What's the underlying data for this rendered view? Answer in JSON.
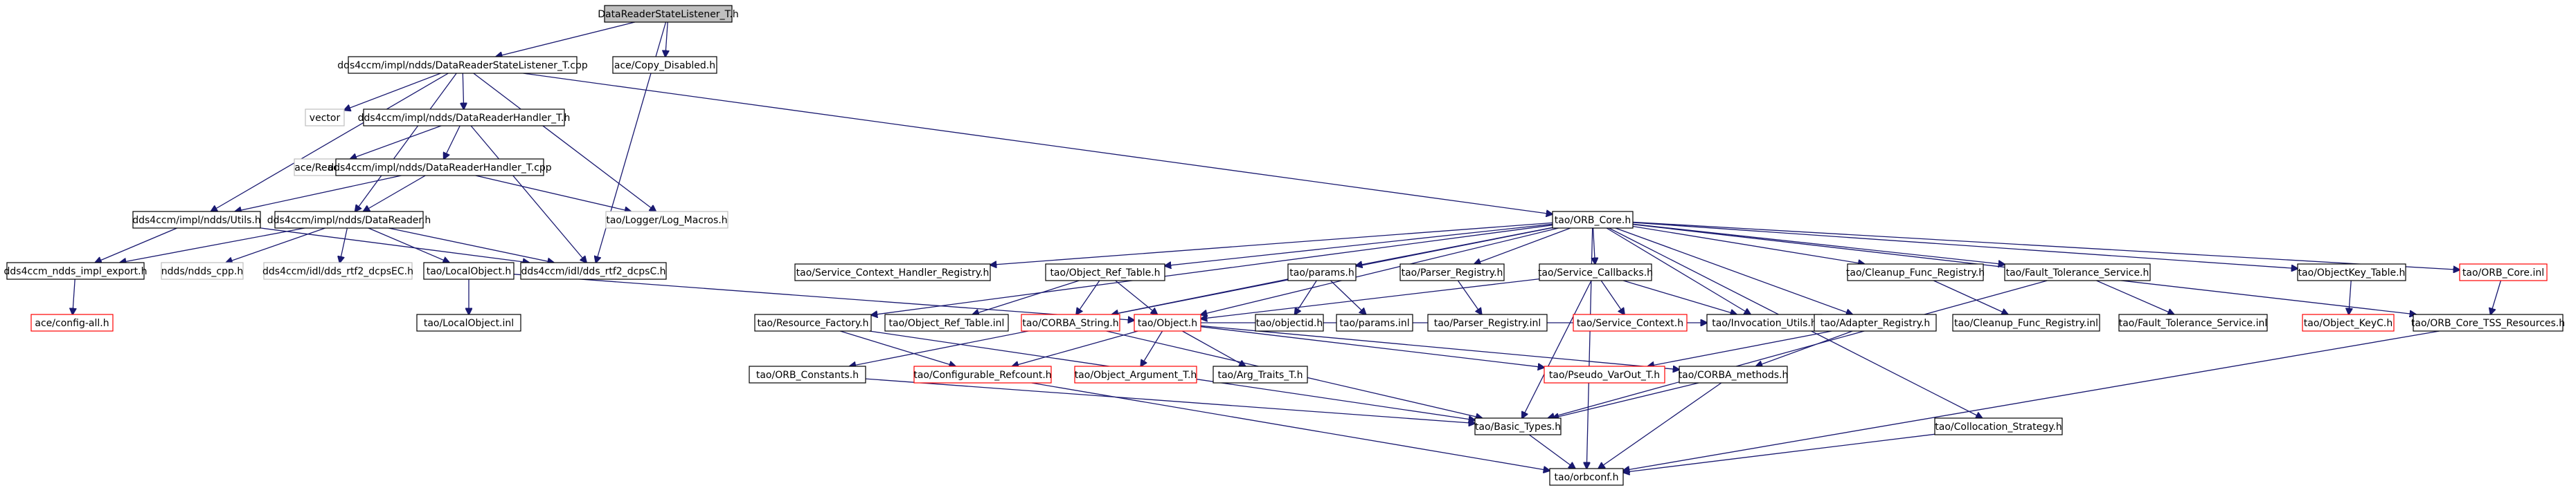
{
  "colors": {
    "edge": "#191970",
    "border_default": "#000000",
    "border_missing": "#ff0000",
    "border_external": "#bfbfbf",
    "fill_root": "#bfbfbf",
    "fill_default": "#ffffff"
  },
  "nodes": [
    {
      "id": "root",
      "label": "DataReaderStateListener_T.h",
      "kind": "root"
    },
    {
      "id": "cpp",
      "label": "dds4ccm/impl/ndds/DataReaderStateListener_T.cpp",
      "kind": "default"
    },
    {
      "id": "copy",
      "label": "ace/Copy_Disabled.h",
      "kind": "default"
    },
    {
      "id": "vector",
      "label": "vector",
      "kind": "external"
    },
    {
      "id": "drh",
      "label": "dds4ccm/impl/ndds/DataReaderHandler_T.h",
      "kind": "default"
    },
    {
      "id": "reactor",
      "label": "ace/Reactor.h",
      "kind": "external"
    },
    {
      "id": "drhcpp",
      "label": "dds4ccm/impl/ndds/DataReaderHandler_T.cpp",
      "kind": "default"
    },
    {
      "id": "logmac",
      "label": "tao/Logger/Log_Macros.h",
      "kind": "external"
    },
    {
      "id": "utils",
      "label": "dds4ccm/impl/ndds/Utils.h",
      "kind": "default"
    },
    {
      "id": "dr",
      "label": "dds4ccm/impl/ndds/DataReader.h",
      "kind": "default"
    },
    {
      "id": "implexp",
      "label": "dds4ccm_ndds_impl_export.h",
      "kind": "default"
    },
    {
      "id": "nddscpp",
      "label": "ndds/ndds_cpp.h",
      "kind": "external"
    },
    {
      "id": "dcpsec",
      "label": "dds4ccm/idl/dds_rtf2_dcpsEC.h",
      "kind": "external"
    },
    {
      "id": "dcpsc",
      "label": "dds4ccm/idl/dds_rtf2_dcpsC.h",
      "kind": "default"
    },
    {
      "id": "config",
      "label": "ace/config-all.h",
      "kind": "missing"
    },
    {
      "id": "localobj",
      "label": "tao/LocalObject.h",
      "kind": "default"
    },
    {
      "id": "localinl",
      "label": "tao/LocalObject.inl",
      "kind": "default"
    },
    {
      "id": "orbcore",
      "label": "tao/ORB_Core.h",
      "kind": "default"
    },
    {
      "id": "screg",
      "label": "tao/Service_Context_Handler_Registry.h",
      "kind": "default"
    },
    {
      "id": "objreft",
      "label": "tao/Object_Ref_Table.h",
      "kind": "default"
    },
    {
      "id": "params",
      "label": "tao/params.h",
      "kind": "default"
    },
    {
      "id": "parser",
      "label": "tao/Parser_Registry.h",
      "kind": "default"
    },
    {
      "id": "svccb",
      "label": "tao/Service_Callbacks.h",
      "kind": "default"
    },
    {
      "id": "cleanup",
      "label": "tao/Cleanup_Func_Registry.h",
      "kind": "default"
    },
    {
      "id": "ftserv",
      "label": "tao/Fault_Tolerance_Service.h",
      "kind": "default"
    },
    {
      "id": "objkey",
      "label": "tao/ObjectKey_Table.h",
      "kind": "default"
    },
    {
      "id": "orbinl",
      "label": "tao/ORB_Core.inl",
      "kind": "missing"
    },
    {
      "id": "resfac",
      "label": "tao/Resource_Factory.h",
      "kind": "default"
    },
    {
      "id": "objrefinl",
      "label": "tao/Object_Ref_Table.inl",
      "kind": "default"
    },
    {
      "id": "corbastr",
      "label": "tao/CORBA_String.h",
      "kind": "missing"
    },
    {
      "id": "object",
      "label": "tao/Object.h",
      "kind": "missing"
    },
    {
      "id": "objectid",
      "label": "tao/objectid.h",
      "kind": "default"
    },
    {
      "id": "paramsinl",
      "label": "tao/params.inl",
      "kind": "default"
    },
    {
      "id": "parserinl",
      "label": "tao/Parser_Registry.inl",
      "kind": "default"
    },
    {
      "id": "svcctx",
      "label": "tao/Service_Context.h",
      "kind": "missing"
    },
    {
      "id": "invutil",
      "label": "tao/Invocation_Utils.h",
      "kind": "default"
    },
    {
      "id": "adapter",
      "label": "tao/Adapter_Registry.h",
      "kind": "default"
    },
    {
      "id": "cleanupinl",
      "label": "tao/Cleanup_Func_Registry.inl",
      "kind": "default"
    },
    {
      "id": "ftinl",
      "label": "tao/Fault_Tolerance_Service.inl",
      "kind": "default"
    },
    {
      "id": "objkeyc",
      "label": "tao/Object_KeyC.h",
      "kind": "missing"
    },
    {
      "id": "tss",
      "label": "tao/ORB_Core_TSS_Resources.h",
      "kind": "default"
    },
    {
      "id": "orbconst",
      "label": "tao/ORB_Constants.h",
      "kind": "default"
    },
    {
      "id": "confref",
      "label": "tao/Configurable_Refcount.h",
      "kind": "missing"
    },
    {
      "id": "objarg",
      "label": "tao/Object_Argument_T.h",
      "kind": "missing"
    },
    {
      "id": "argtraits",
      "label": "tao/Arg_Traits_T.h",
      "kind": "default"
    },
    {
      "id": "pseudo",
      "label": "tao/Pseudo_VarOut_T.h",
      "kind": "missing"
    },
    {
      "id": "corbameth",
      "label": "tao/CORBA_methods.h",
      "kind": "default"
    },
    {
      "id": "basic",
      "label": "tao/Basic_Types.h",
      "kind": "default"
    },
    {
      "id": "colloc",
      "label": "tao/Collocation_Strategy.h",
      "kind": "default"
    },
    {
      "id": "orbconf",
      "label": "tao/orbconf.h",
      "kind": "default"
    }
  ],
  "edges": [
    [
      "root",
      "cpp"
    ],
    [
      "root",
      "copy"
    ],
    [
      "root",
      "dcpsc"
    ],
    [
      "cpp",
      "vector"
    ],
    [
      "cpp",
      "drh"
    ],
    [
      "cpp",
      "logmac"
    ],
    [
      "cpp",
      "utils"
    ],
    [
      "cpp",
      "dr"
    ],
    [
      "cpp",
      "orbcore"
    ],
    [
      "drh",
      "reactor"
    ],
    [
      "drh",
      "drhcpp"
    ],
    [
      "drh",
      "dcpsc"
    ],
    [
      "drhcpp",
      "utils"
    ],
    [
      "drhcpp",
      "dr"
    ],
    [
      "drhcpp",
      "logmac"
    ],
    [
      "utils",
      "implexp"
    ],
    [
      "utils",
      "dcpsc"
    ],
    [
      "dr",
      "implexp"
    ],
    [
      "dr",
      "nddscpp"
    ],
    [
      "dr",
      "dcpsec"
    ],
    [
      "dr",
      "dcpsc"
    ],
    [
      "dr",
      "localobj"
    ],
    [
      "implexp",
      "config"
    ],
    [
      "localobj",
      "localinl"
    ],
    [
      "localobj",
      "object"
    ],
    [
      "orbcore",
      "screg"
    ],
    [
      "orbcore",
      "objreft"
    ],
    [
      "orbcore",
      "params"
    ],
    [
      "orbcore",
      "parser"
    ],
    [
      "orbcore",
      "svccb"
    ],
    [
      "orbcore",
      "cleanup"
    ],
    [
      "orbcore",
      "ftserv"
    ],
    [
      "orbcore",
      "objkey"
    ],
    [
      "orbcore",
      "orbinl"
    ],
    [
      "orbcore",
      "tss"
    ],
    [
      "orbcore",
      "invutil"
    ],
    [
      "orbcore",
      "adapter"
    ],
    [
      "orbcore",
      "colloc"
    ],
    [
      "orbcore",
      "object"
    ],
    [
      "orbcore",
      "resfac"
    ],
    [
      "orbcore",
      "orbconst"
    ],
    [
      "orbcore",
      "orbconf"
    ],
    [
      "objreft",
      "objrefinl"
    ],
    [
      "objreft",
      "corbastr"
    ],
    [
      "objreft",
      "object"
    ],
    [
      "params",
      "objectid"
    ],
    [
      "params",
      "paramsinl"
    ],
    [
      "params",
      "corbastr"
    ],
    [
      "parser",
      "parserinl"
    ],
    [
      "svccb",
      "svcctx"
    ],
    [
      "svccb",
      "invutil"
    ],
    [
      "svccb",
      "object"
    ],
    [
      "svccb",
      "basic"
    ],
    [
      "cleanup",
      "cleanupinl"
    ],
    [
      "ftserv",
      "ftinl"
    ],
    [
      "ftserv",
      "basic"
    ],
    [
      "objkey",
      "objkeyc"
    ],
    [
      "orbinl",
      "tss"
    ],
    [
      "object",
      "confref"
    ],
    [
      "object",
      "objarg"
    ],
    [
      "object",
      "argtraits"
    ],
    [
      "object",
      "pseudo"
    ],
    [
      "object",
      "corbameth"
    ],
    [
      "object",
      "invutil"
    ],
    [
      "resfac",
      "confref"
    ],
    [
      "resfac",
      "basic"
    ],
    [
      "corbastr",
      "basic"
    ],
    [
      "adapter",
      "pseudo"
    ],
    [
      "adapter",
      "corbameth"
    ],
    [
      "corbameth",
      "basic"
    ],
    [
      "corbameth",
      "orbconf"
    ],
    [
      "orbconst",
      "basic"
    ],
    [
      "confref",
      "orbconf"
    ],
    [
      "basic",
      "orbconf"
    ],
    [
      "colloc",
      "orbconf"
    ],
    [
      "tss",
      "orbconf"
    ]
  ]
}
